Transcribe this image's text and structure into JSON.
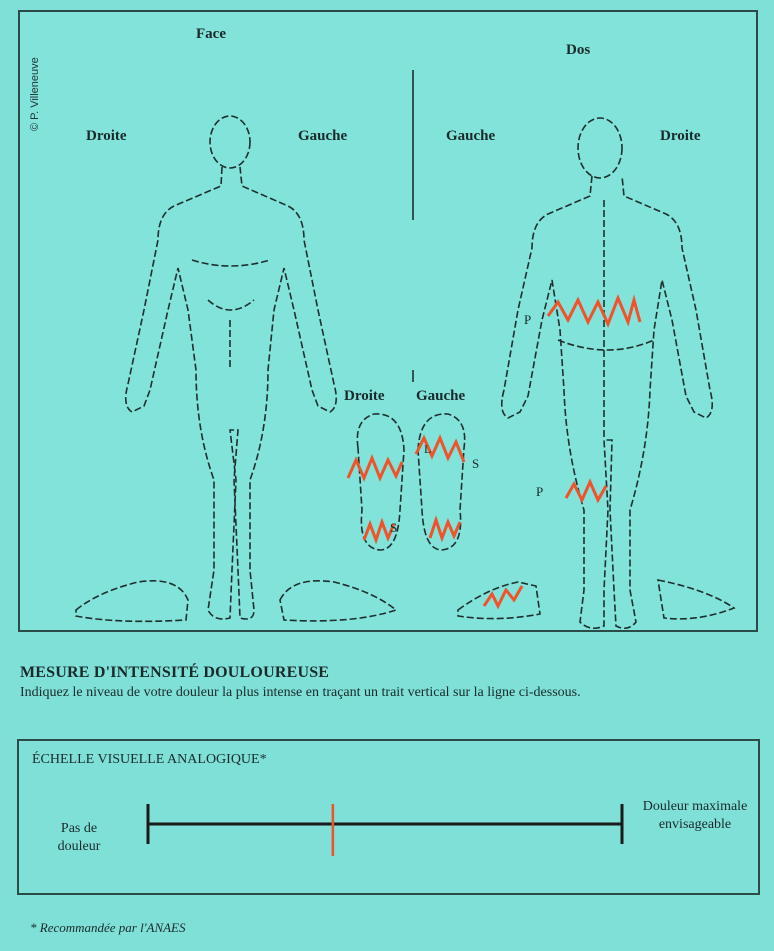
{
  "credit": "© P. Villeneuve",
  "diagram": {
    "front_title": "Face",
    "back_title": "Dos",
    "front_right": "Droite",
    "front_left": "Gauche",
    "back_left": "Gauche",
    "back_right": "Droite",
    "feet_right": "Droite",
    "feet_left": "Gauche",
    "marker_p1": "P",
    "marker_p2": "P",
    "marker_s1": "S",
    "marker_s2": "S",
    "marker_l": "L",
    "pain_color": "#f0522a"
  },
  "pain_measure": {
    "title": "MESURE D'INTENSITÉ DOULOUREUSE",
    "instructions": "Indiquez le niveau de votre douleur la plus intense en traçant un trait vertical sur la ligne ci-dessous."
  },
  "scale": {
    "title": "ÉCHELLE VISUELLE ANALOGIQUE*",
    "left_label": "Pas de douleur",
    "right_label": "Douleur maximale envisageable",
    "marked_fraction": 0.39
  },
  "footnote": "* Recommandée par l'ANAES"
}
